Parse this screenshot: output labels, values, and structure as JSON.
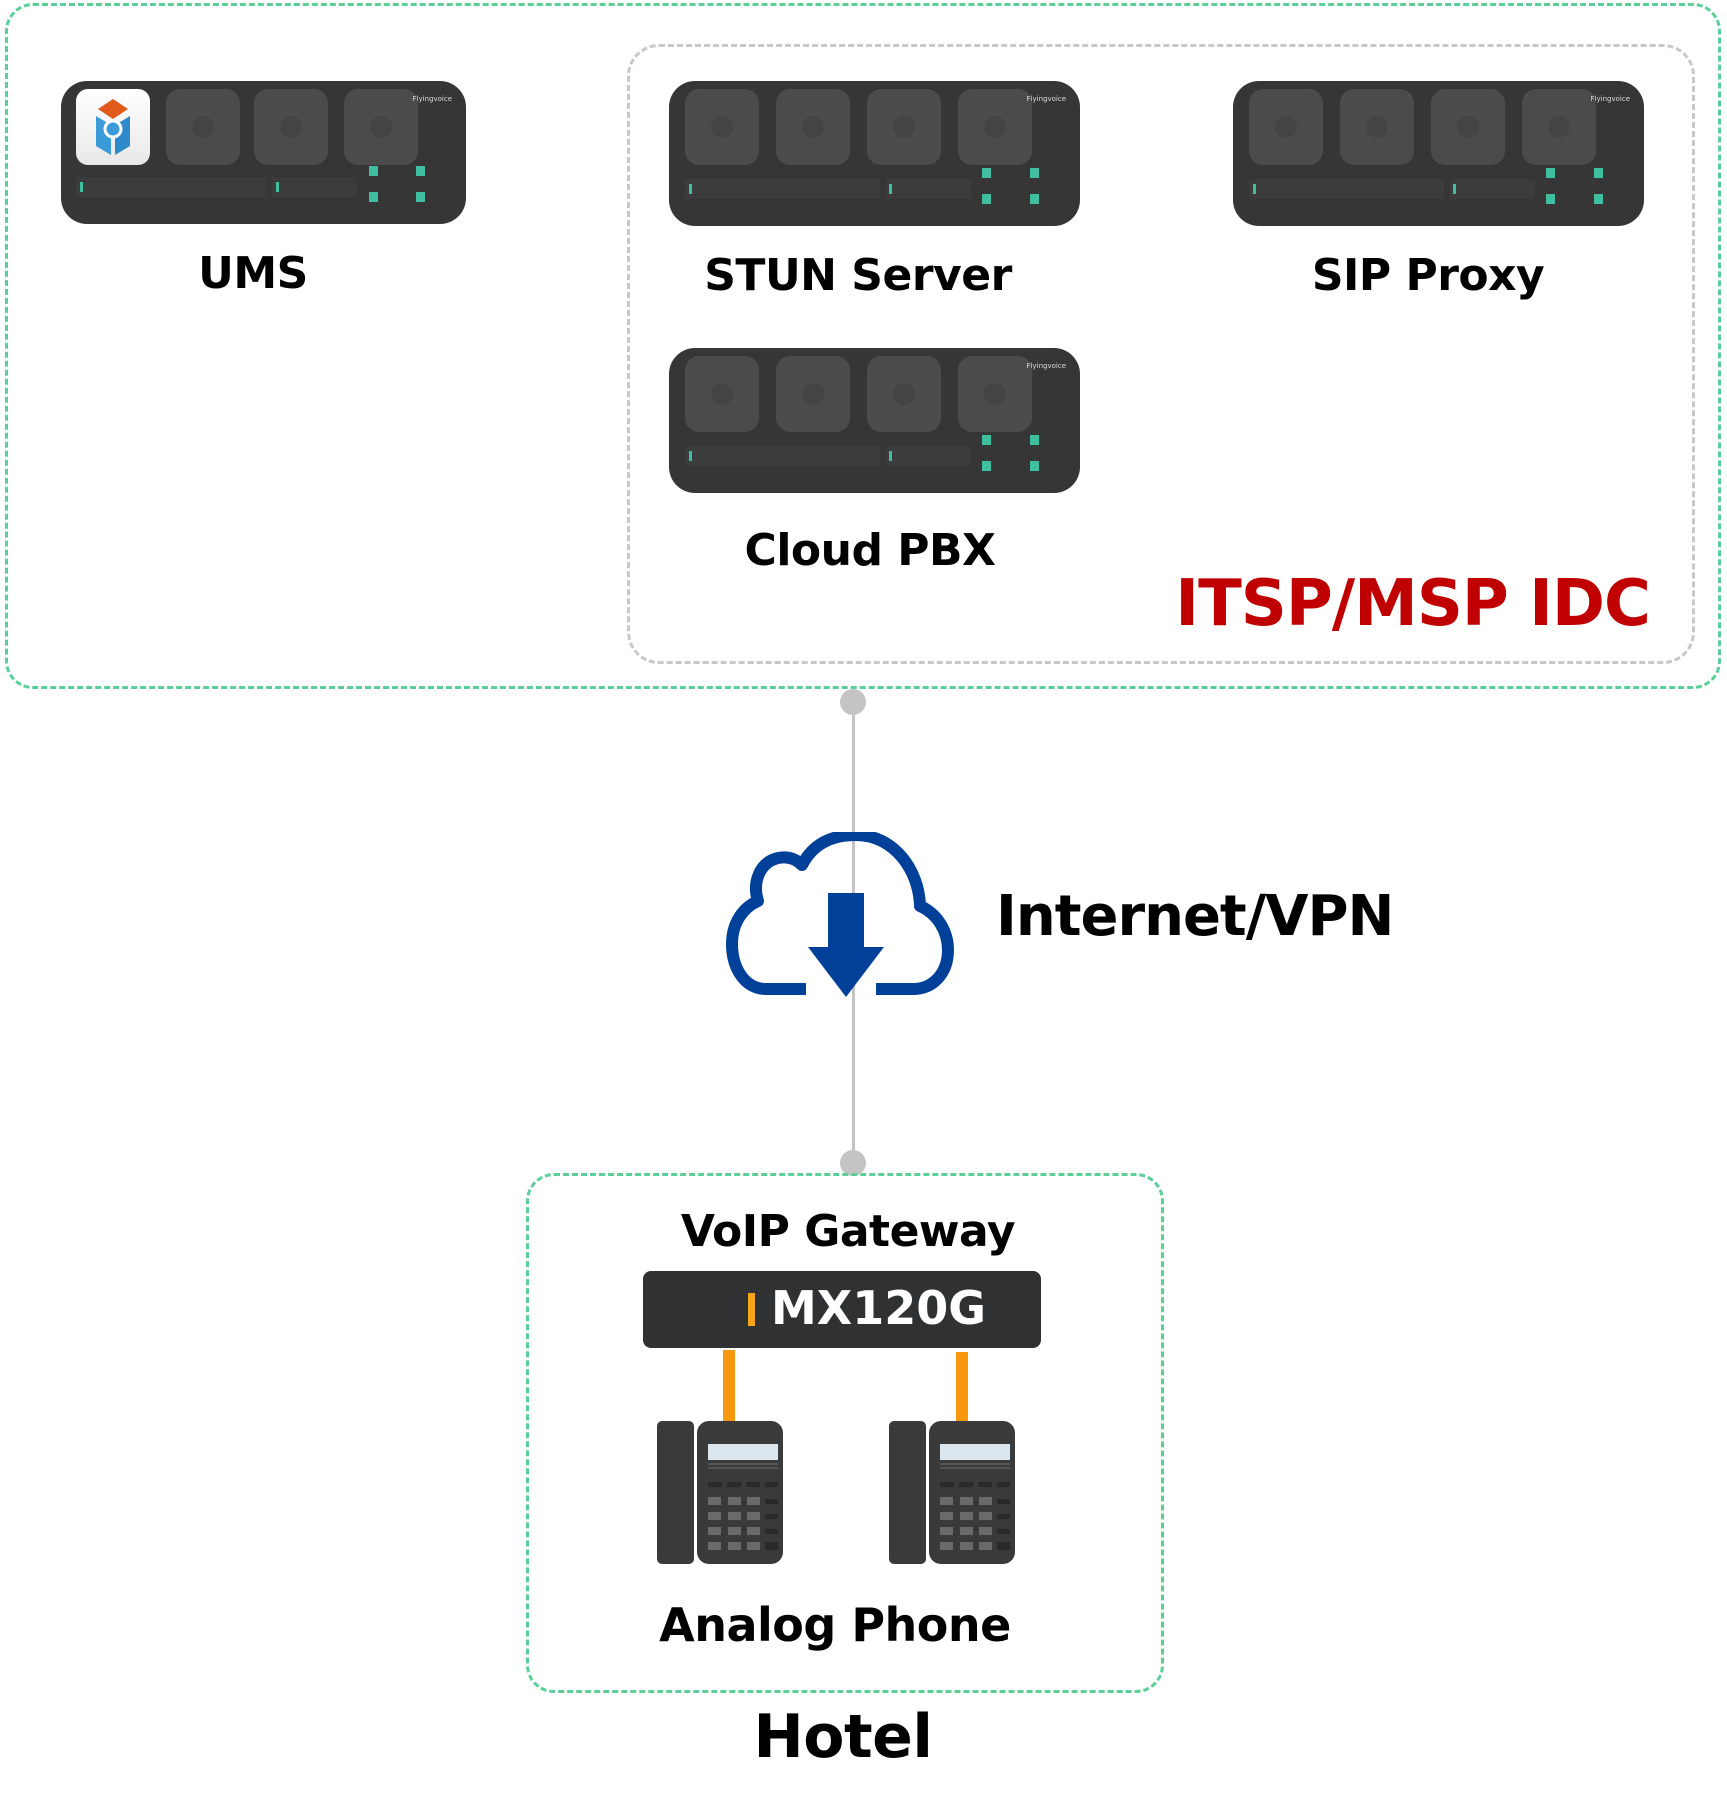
{
  "diagram": {
    "datacenter": {
      "title": "ITSP/MSP IDC",
      "title_color": "#c00000",
      "outer_border_color": "#5ccf98",
      "inner_border_color": "#c8c8c8",
      "nodes": [
        {
          "id": "ums",
          "label": "UMS",
          "icon": "ums-app-icon"
        },
        {
          "id": "stun",
          "label": "STUN Server"
        },
        {
          "id": "sip",
          "label": "SIP Proxy"
        },
        {
          "id": "pbx",
          "label": "Cloud PBX"
        }
      ],
      "device_brand": "Flyingvoice"
    },
    "network": {
      "label": "Internet/VPN",
      "icon": "cloud-download-icon",
      "icon_color": "#004098"
    },
    "site": {
      "title": "Hotel",
      "gateway_label": "VoIP Gateway",
      "gateway_model": "MX120G",
      "gateway_accent": "#f8a51c",
      "phones_label": "Analog Phone",
      "phone_count": 2,
      "link_color": "#f8980f"
    }
  }
}
